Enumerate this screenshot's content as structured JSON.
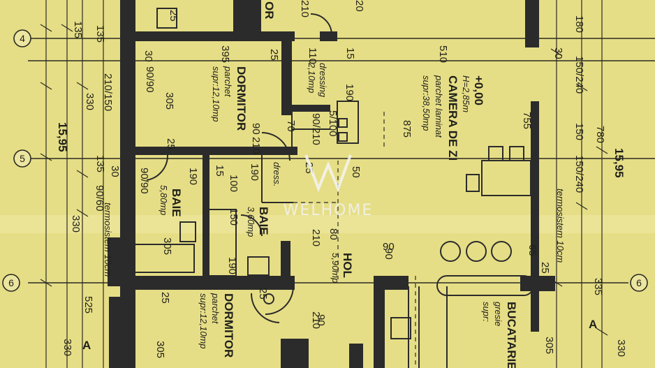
{
  "watermark": {
    "brand": "WELHOME"
  },
  "axes": [
    "4",
    "5",
    "6",
    "6"
  ],
  "section_marks": [
    "A",
    "A"
  ],
  "rooms": {
    "dormitor_top": {
      "name": "DORMITOR",
      "floor": "parchet",
      "area": "supr:12,10mp"
    },
    "living": {
      "level": "+0,00",
      "height": "H=2,85m",
      "name": "CAMERA DE ZI",
      "floor": "parchet laminat",
      "area": "supr:38,50mp"
    },
    "baie_left": {
      "name": "BAIE",
      "area": "5,80mp"
    },
    "baie_mid": {
      "name": "BAIE",
      "area": "3,60mp"
    },
    "dressing_top": {
      "name": "dressing",
      "area": "2,10mp"
    },
    "dress_small": {
      "name": "dress."
    },
    "hol": {
      "name": "HOL",
      "area": "5,90mp"
    },
    "dormitor_bottom": {
      "name": "DORMITOR",
      "floor": "parchet",
      "area": "supr:12,10mp"
    },
    "bucatarie": {
      "name": "BUCATARIE",
      "floor": "gresie",
      "area": "supr:"
    },
    "top_fragment": "OR"
  },
  "notes": {
    "termo_left": "termosistem 10cm",
    "termo_right": "termosistem 10cm"
  },
  "dims": {
    "d30a": "30",
    "d395": "395",
    "d25a": "25",
    "d110": "110",
    "d15a": "15",
    "d510": "510",
    "d30b": "30",
    "d210top": "210",
    "d20top": "20",
    "d25box": "25",
    "d135a": "135",
    "d135b": "135",
    "d30c": "30",
    "d330a": "330",
    "d210_150": "210/150",
    "d305a": "305",
    "d90_90": "90/90",
    "d1595l": "15,95",
    "d90_60": "90/60",
    "d135c": "135",
    "d330b": "330",
    "d525": "525",
    "d330c": "330",
    "d90_90b": "90/90",
    "d190a": "190",
    "d15b": "15",
    "d190b": "190",
    "d25b": "25",
    "d25c": "25",
    "d50": "50",
    "d100": "100",
    "d150": "150",
    "d190c": "190",
    "d305b": "305",
    "d90a": "90",
    "d210mid": "210",
    "d70": "70",
    "d90_210": "90/210",
    "d5_100": "5/100",
    "d190e": "190",
    "d875": "875",
    "d80": "80",
    "d210hol": "210",
    "d90b": "90",
    "d210hol2": "210",
    "d90c": "90",
    "d25d": "25",
    "d305c": "305",
    "d25e": "25",
    "d180": "180",
    "d150_240a": "150/240",
    "d755": "755",
    "d780": "780",
    "d150r": "150",
    "d150_240b": "150/240",
    "d1595r": "15,95",
    "d65": "65",
    "d25f": "25",
    "d335": "335",
    "d330r": "330",
    "d305r": "305",
    "d90k": "90"
  }
}
